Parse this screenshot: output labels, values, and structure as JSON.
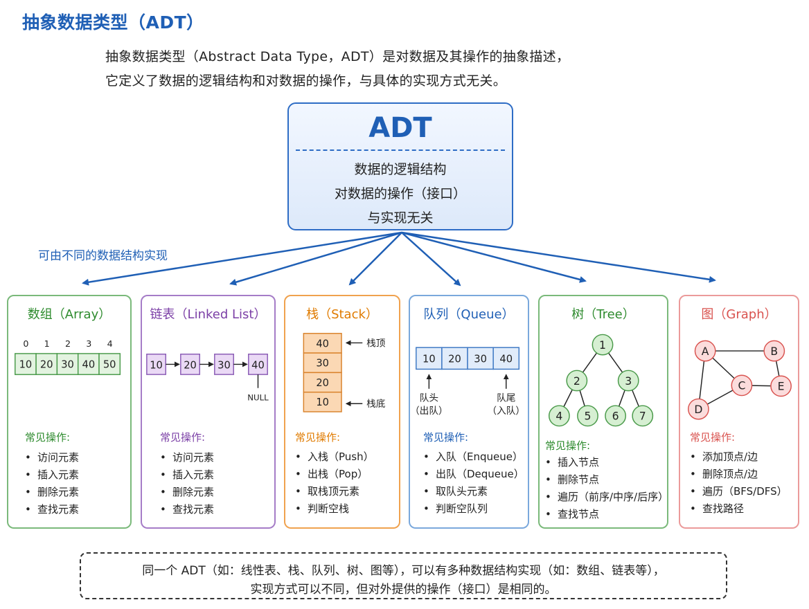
{
  "header": {
    "title": "抽象数据类型（ADT）",
    "intro_line1": "抽象数据类型（Abstract Data Type，ADT）是对数据及其操作的抽象描述，",
    "intro_line2": "它定义了数据的逻辑结构和对数据的操作，与具体的实现方式无关。"
  },
  "adt": {
    "title": "ADT",
    "lines": [
      "数据的逻辑结构",
      "对数据的操作（接口）",
      "与实现无关"
    ]
  },
  "impl_label": "可由不同的数据结构实现",
  "colors": {
    "blue": "#1f5fb5",
    "green": "#2e8b2e",
    "purple": "#7b3fa6",
    "orange": "#e07b00",
    "queue_blue": "#1f5fb5",
    "red": "#d9534f"
  },
  "cards": {
    "array": {
      "title": "数组（Array）",
      "indices": [
        "0",
        "1",
        "2",
        "3",
        "4"
      ],
      "values": [
        "10",
        "20",
        "30",
        "40",
        "50"
      ],
      "ops_title": "常见操作:",
      "ops": [
        "访问元素",
        "插入元素",
        "删除元素",
        "查找元素"
      ]
    },
    "list": {
      "title": "链表（Linked List）",
      "nodes": [
        "10",
        "20",
        "30",
        "40"
      ],
      "null_label": "NULL",
      "ops_title": "常见操作:",
      "ops": [
        "访问元素",
        "插入元素",
        "删除元素",
        "查找元素"
      ]
    },
    "stack": {
      "title": "栈（Stack）",
      "values": [
        "40",
        "30",
        "20",
        "10"
      ],
      "top_label": "栈顶",
      "bottom_label": "栈底",
      "ops_title": "常见操作:",
      "ops": [
        "入栈（Push）",
        "出栈（Pop）",
        "取栈顶元素",
        "判断空栈"
      ]
    },
    "queue": {
      "title": "队列（Queue）",
      "values": [
        "10",
        "20",
        "30",
        "40"
      ],
      "head_label": [
        "队头",
        "（出队）"
      ],
      "tail_label": [
        "队尾",
        "（入队）"
      ],
      "ops_title": "常见操作:",
      "ops": [
        "入队（Enqueue）",
        "出队（Dequeue）",
        "取队头元素",
        "判断空队列"
      ]
    },
    "tree": {
      "title": "树（Tree）",
      "nodes": [
        "1",
        "2",
        "3",
        "4",
        "5",
        "6",
        "7"
      ],
      "ops_title": "常见操作:",
      "ops": [
        "插入节点",
        "删除节点",
        "遍历（前序/中序/后序）",
        "查找节点"
      ]
    },
    "graph": {
      "title": "图（Graph）",
      "nodes": [
        "A",
        "B",
        "C",
        "D",
        "E"
      ],
      "ops_title": "常见操作:",
      "ops": [
        "添加顶点/边",
        "删除顶点/边",
        "遍历（BFS/DFS）",
        "查找路径"
      ]
    }
  },
  "footer": {
    "line1": "同一个 ADT（如：线性表、栈、队列、树、图等），可以有多种数据结构实现（如：数组、链表等），",
    "line2": "实现方式可以不同，但对外提供的操作（接口）是相同的。"
  }
}
